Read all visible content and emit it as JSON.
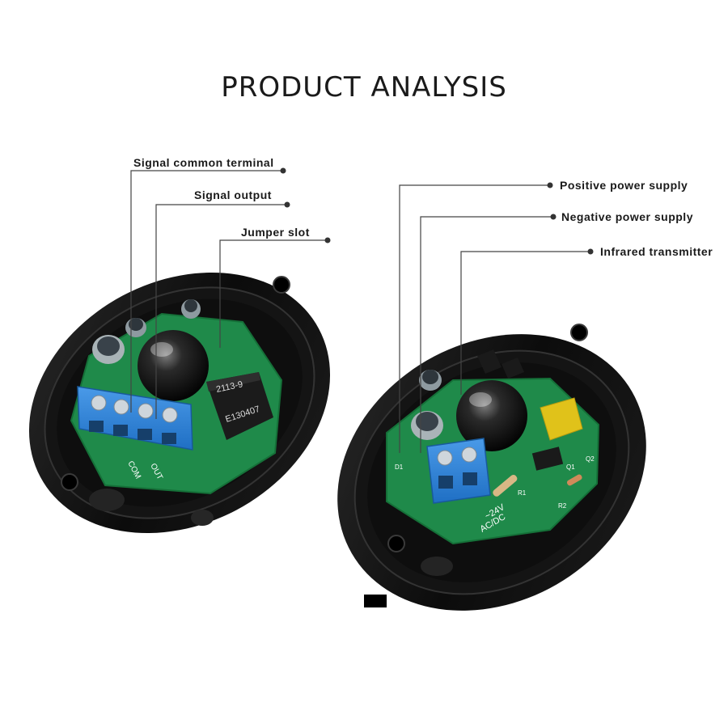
{
  "title": "PRODUCT ANALYSIS",
  "receiver": {
    "callouts": [
      "Signal common terminal",
      "Signal output",
      "Jumper slot"
    ],
    "relay_text_1": "2113-9",
    "relay_text_2": "E130407",
    "terminal_labels": [
      "COM",
      "OUT"
    ]
  },
  "transmitter": {
    "callouts": [
      "Positive power supply",
      "Negative power supply",
      "Infrared transmitter"
    ],
    "pcb_text_1": "~24V",
    "pcb_text_2": "AC/DC",
    "pcb_refs": [
      "R1",
      "R2",
      "D1",
      "Q1",
      "Q2"
    ]
  },
  "colors": {
    "housing": "#111111",
    "pcb": "#1f8a4a",
    "terminal": "#2b7fd6",
    "capacitor": "#e0c21a"
  }
}
